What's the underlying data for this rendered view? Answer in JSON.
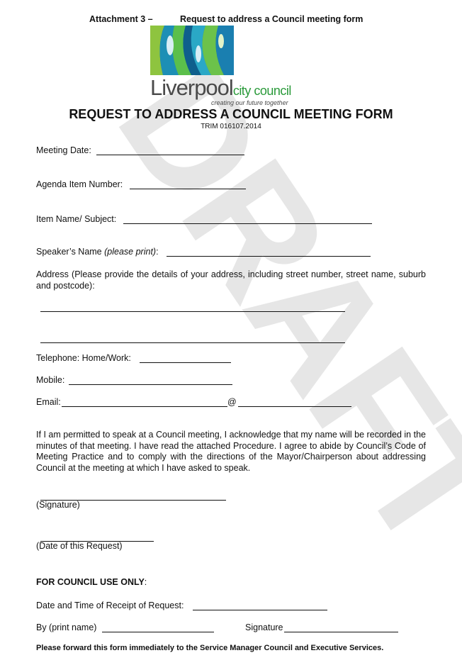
{
  "header": {
    "attachment": "Attachment 3 –",
    "subject": "Request to address a Council meeting form"
  },
  "logo": {
    "brand": "Liverpool",
    "brand_suffix": "city council",
    "tagline": "creating our future together"
  },
  "title": "REQUEST TO ADDRESS A COUNCIL MEETING FORM",
  "trim": "TRIM 016107.2014",
  "fields": {
    "meeting_date": "Meeting Date:",
    "agenda_item": "Agenda Item Number:",
    "item_name": "Item Name/ Subject:",
    "speaker_name": "Speaker’s Name",
    "speaker_name_hint": "(please print)",
    "speaker_name_colon": ":",
    "address": "Address (Please provide the details of your address, including street number, street name, suburb and postcode):",
    "telephone": "Telephone: Home/Work:",
    "mobile": "Mobile:",
    "email": "Email:",
    "email_at": "@"
  },
  "acknowledgement": "If I am permitted to speak at a Council meeting, I acknowledge that my name will be recorded in the minutes of that meeting. I have read the attached Procedure. I agree to abide by Council’s Code of Meeting Practice and to comply with the directions of the Mayor/Chairperson about addressing Council at the meeting at which I have asked to speak.",
  "signature_label": "(Signature)",
  "date_label": "(Date of this Request)",
  "council_use": {
    "heading": "FOR COUNCIL USE ONLY",
    "heading_colon": ":",
    "receipt": "Date and Time of Receipt of Request:",
    "by_name": "By (print name)",
    "signature": "Signature"
  },
  "footer": "Please forward this form immediately to the Service Manager Council and Executive Services.",
  "watermark": "DRAFT"
}
